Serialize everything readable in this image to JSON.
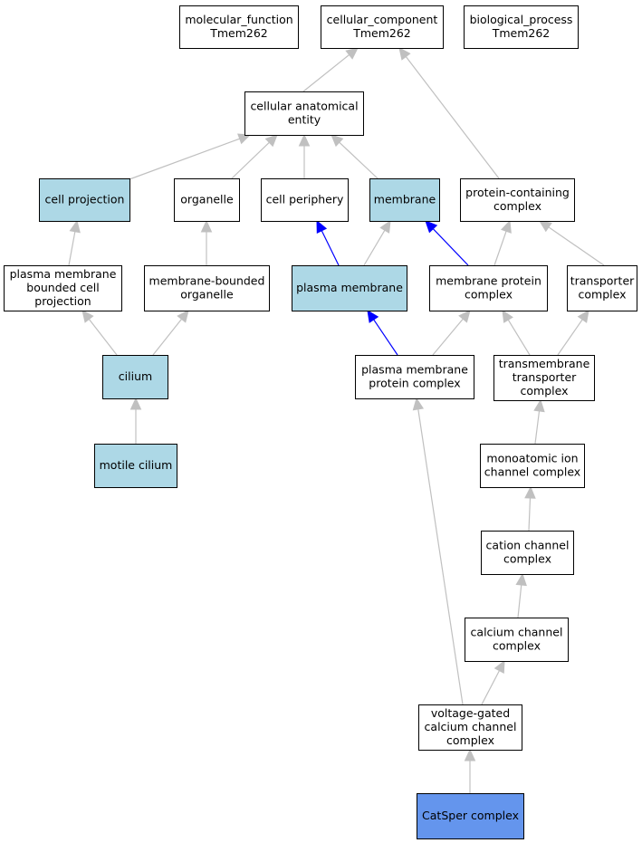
{
  "graph": {
    "nodes": [
      {
        "id": "mf",
        "lines": [
          "molecular_function",
          "Tmem262"
        ],
        "style": "plain"
      },
      {
        "id": "cc",
        "lines": [
          "cellular_component",
          "Tmem262"
        ],
        "style": "plain"
      },
      {
        "id": "bp",
        "lines": [
          "biological_process",
          "Tmem262"
        ],
        "style": "plain"
      },
      {
        "id": "cae",
        "lines": [
          "cellular anatomical",
          "entity"
        ],
        "style": "plain"
      },
      {
        "id": "cellproj",
        "lines": [
          "cell projection"
        ],
        "style": "highlight"
      },
      {
        "id": "organelle",
        "lines": [
          "organelle"
        ],
        "style": "plain"
      },
      {
        "id": "cellperiph",
        "lines": [
          "cell periphery"
        ],
        "style": "plain"
      },
      {
        "id": "membrane",
        "lines": [
          "membrane"
        ],
        "style": "highlight"
      },
      {
        "id": "pcc",
        "lines": [
          "protein-containing",
          "complex"
        ],
        "style": "plain"
      },
      {
        "id": "pmbcp",
        "lines": [
          "plasma membrane",
          "bounded cell",
          "projection"
        ],
        "style": "plain"
      },
      {
        "id": "mbo",
        "lines": [
          "membrane-bounded",
          "organelle"
        ],
        "style": "plain"
      },
      {
        "id": "pm",
        "lines": [
          "plasma membrane"
        ],
        "style": "highlight"
      },
      {
        "id": "mpc",
        "lines": [
          "membrane protein",
          "complex"
        ],
        "style": "plain"
      },
      {
        "id": "tc",
        "lines": [
          "transporter",
          "complex"
        ],
        "style": "plain"
      },
      {
        "id": "cilium",
        "lines": [
          "cilium"
        ],
        "style": "highlight"
      },
      {
        "id": "pmpc",
        "lines": [
          "plasma membrane",
          "protein complex"
        ],
        "style": "plain"
      },
      {
        "id": "ttc",
        "lines": [
          "transmembrane",
          "transporter",
          "complex"
        ],
        "style": "plain"
      },
      {
        "id": "motile",
        "lines": [
          "motile cilium"
        ],
        "style": "highlight"
      },
      {
        "id": "mic",
        "lines": [
          "monoatomic ion",
          "channel complex"
        ],
        "style": "plain"
      },
      {
        "id": "ccc",
        "lines": [
          "cation channel",
          "complex"
        ],
        "style": "plain"
      },
      {
        "id": "cacc",
        "lines": [
          "calcium channel",
          "complex"
        ],
        "style": "plain"
      },
      {
        "id": "vgcc",
        "lines": [
          "voltage-gated",
          "calcium channel",
          "complex"
        ],
        "style": "plain"
      },
      {
        "id": "catsper",
        "lines": [
          "CatSper complex"
        ],
        "style": "focus"
      }
    ],
    "edges": [
      {
        "from": "cae",
        "to": "cc",
        "kind": "is_a"
      },
      {
        "from": "pcc",
        "to": "cc",
        "kind": "is_a"
      },
      {
        "from": "cellproj",
        "to": "cae",
        "kind": "is_a"
      },
      {
        "from": "organelle",
        "to": "cae",
        "kind": "is_a"
      },
      {
        "from": "cellperiph",
        "to": "cae",
        "kind": "is_a"
      },
      {
        "from": "membrane",
        "to": "cae",
        "kind": "is_a"
      },
      {
        "from": "pmbcp",
        "to": "cellproj",
        "kind": "is_a"
      },
      {
        "from": "mbo",
        "to": "organelle",
        "kind": "is_a"
      },
      {
        "from": "pm",
        "to": "cellperiph",
        "kind": "part_of"
      },
      {
        "from": "pm",
        "to": "membrane",
        "kind": "is_a"
      },
      {
        "from": "mpc",
        "to": "membrane",
        "kind": "part_of"
      },
      {
        "from": "mpc",
        "to": "pcc",
        "kind": "is_a"
      },
      {
        "from": "tc",
        "to": "pcc",
        "kind": "is_a"
      },
      {
        "from": "cilium",
        "to": "pmbcp",
        "kind": "is_a"
      },
      {
        "from": "cilium",
        "to": "mbo",
        "kind": "is_a"
      },
      {
        "from": "pmpc",
        "to": "pm",
        "kind": "part_of"
      },
      {
        "from": "pmpc",
        "to": "mpc",
        "kind": "is_a"
      },
      {
        "from": "ttc",
        "to": "mpc",
        "kind": "is_a"
      },
      {
        "from": "ttc",
        "to": "tc",
        "kind": "is_a"
      },
      {
        "from": "motile",
        "to": "cilium",
        "kind": "is_a"
      },
      {
        "from": "mic",
        "to": "ttc",
        "kind": "is_a"
      },
      {
        "from": "ccc",
        "to": "mic",
        "kind": "is_a"
      },
      {
        "from": "cacc",
        "to": "ccc",
        "kind": "is_a"
      },
      {
        "from": "vgcc",
        "to": "cacc",
        "kind": "is_a"
      },
      {
        "from": "vgcc",
        "to": "pmpc",
        "kind": "is_a"
      },
      {
        "from": "catsper",
        "to": "vgcc",
        "kind": "is_a"
      }
    ]
  },
  "colors": {
    "plain_fill": "#ffffff",
    "highlight_fill": "#add8e6",
    "focus_fill": "#6495ed",
    "is_a_edge": "#c0c0c0",
    "part_of_edge": "#0000ff"
  }
}
